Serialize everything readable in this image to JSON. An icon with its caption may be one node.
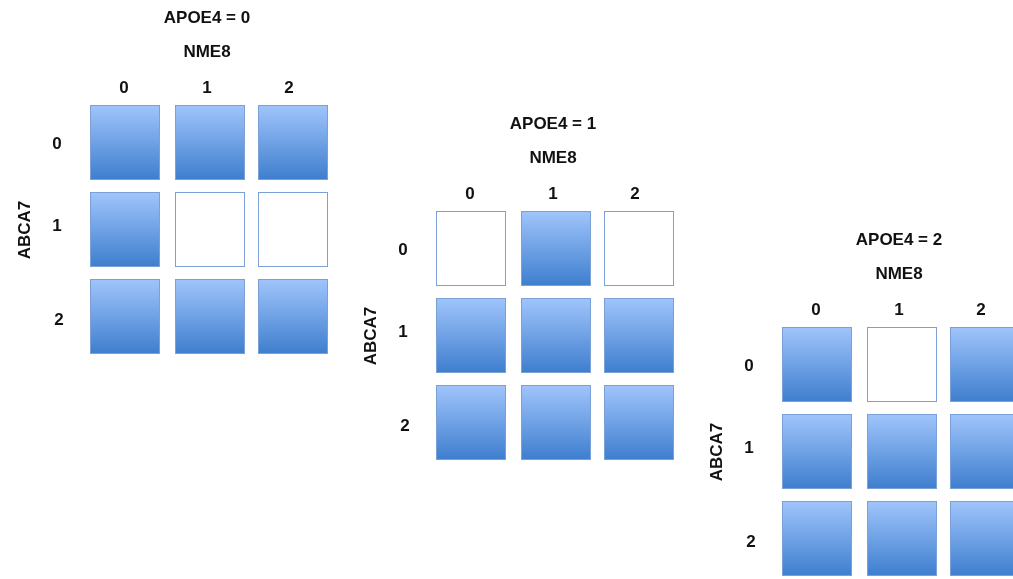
{
  "diagram": {
    "nodes": [
      {
        "text": [],
        "shape": "box"
      },
      {
        "text": [],
        "shape": "box"
      },
      {
        "text": [],
        "shape": "box"
      },
      {
        "text": [],
        "shape": "box"
      },
      {
        "text": [],
        "shape": "box"
      },
      {
        "text": [],
        "shape": "box"
      },
      {
        "text": [],
        "shape": "box"
      },
      {
        "text": [],
        "shape": "box"
      },
      {
        "text": [],
        "shape": "box"
      },
      {
        "text": [],
        "shape": "box"
      },
      {
        "text": [],
        "shape": "box"
      },
      {
        "text": [],
        "shape": "box"
      },
      {
        "text": [],
        "shape": "box"
      },
      {
        "text": [],
        "shape": "box"
      },
      {
        "text": [],
        "shape": "box"
      },
      {
        "text": [],
        "shape": "box"
      },
      {
        "text": [],
        "shape": "box"
      },
      {
        "text": [],
        "shape": "box"
      },
      {
        "text": [],
        "shape": "box"
      },
      {
        "text": [],
        "shape": "box"
      },
      {
        "text": [],
        "shape": "box"
      },
      {
        "text": [],
        "shape": "box"
      },
      {
        "text": [],
        "shape": "box"
      },
      {
        "text": [],
        "shape": "box"
      },
      {
        "text": [],
        "shape": "box"
      },
      {
        "text": [],
        "shape": "box"
      },
      {
        "text": [],
        "shape": "box"
      }
    ],
    "labels": [
      "APOE4 = 0",
      "NME8",
      "0",
      "1",
      "2",
      "0",
      "1",
      "2",
      "ABCA7",
      "APOE4 = 1",
      "NME8",
      "0",
      "1",
      "2",
      "0",
      "1",
      "2",
      "ABCA7",
      "APOE4 = 2",
      "NME8",
      "0",
      "1",
      "2",
      "0",
      "1",
      "2",
      "ABCA7"
    ]
  }
}
